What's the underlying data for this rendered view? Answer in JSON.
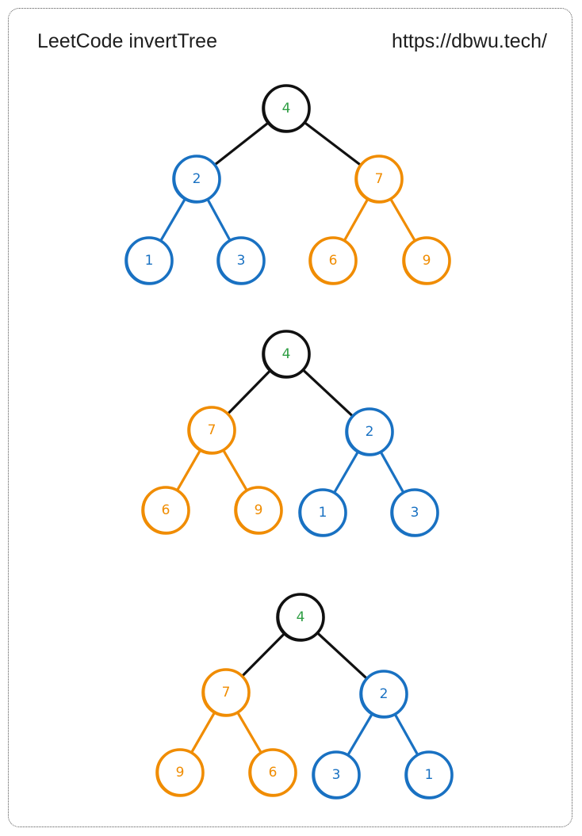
{
  "header": {
    "title": "LeetCode invertTree",
    "url": "https://dbwu.tech/"
  },
  "colors": {
    "root_stroke": "#111111",
    "root_text": "#2f9e44",
    "blue": "#1971c2",
    "orange": "#f08c00",
    "edge_black": "#111111"
  },
  "trees": [
    {
      "nodes": [
        {
          "id": "a4",
          "label": "4",
          "color": "root"
        },
        {
          "id": "a2",
          "label": "2",
          "color": "blue"
        },
        {
          "id": "a7",
          "label": "7",
          "color": "orange"
        },
        {
          "id": "a1",
          "label": "1",
          "color": "blue"
        },
        {
          "id": "a3",
          "label": "3",
          "color": "blue"
        },
        {
          "id": "a6",
          "label": "6",
          "color": "orange"
        },
        {
          "id": "a9",
          "label": "9",
          "color": "orange"
        }
      ],
      "edges": [
        {
          "from": "a4",
          "to": "a2",
          "color": "edge_black"
        },
        {
          "from": "a4",
          "to": "a7",
          "color": "edge_black"
        },
        {
          "from": "a2",
          "to": "a1",
          "color": "blue"
        },
        {
          "from": "a2",
          "to": "a3",
          "color": "blue"
        },
        {
          "from": "a7",
          "to": "a6",
          "color": "orange"
        },
        {
          "from": "a7",
          "to": "a9",
          "color": "orange"
        }
      ]
    },
    {
      "nodes": [
        {
          "id": "b4",
          "label": "4",
          "color": "root"
        },
        {
          "id": "b7",
          "label": "7",
          "color": "orange"
        },
        {
          "id": "b2",
          "label": "2",
          "color": "blue"
        },
        {
          "id": "b6",
          "label": "6",
          "color": "orange"
        },
        {
          "id": "b9",
          "label": "9",
          "color": "orange"
        },
        {
          "id": "b1",
          "label": "1",
          "color": "blue"
        },
        {
          "id": "b3",
          "label": "3",
          "color": "blue"
        }
      ],
      "edges": [
        {
          "from": "b4",
          "to": "b7",
          "color": "edge_black"
        },
        {
          "from": "b4",
          "to": "b2",
          "color": "edge_black"
        },
        {
          "from": "b7",
          "to": "b6",
          "color": "orange"
        },
        {
          "from": "b7",
          "to": "b9",
          "color": "orange"
        },
        {
          "from": "b2",
          "to": "b1",
          "color": "blue"
        },
        {
          "from": "b2",
          "to": "b3",
          "color": "blue"
        }
      ]
    },
    {
      "nodes": [
        {
          "id": "c4",
          "label": "4",
          "color": "root"
        },
        {
          "id": "c7",
          "label": "7",
          "color": "orange"
        },
        {
          "id": "c2",
          "label": "2",
          "color": "blue"
        },
        {
          "id": "c9",
          "label": "9",
          "color": "orange"
        },
        {
          "id": "c6",
          "label": "6",
          "color": "orange"
        },
        {
          "id": "c3",
          "label": "3",
          "color": "blue"
        },
        {
          "id": "c1",
          "label": "1",
          "color": "blue"
        }
      ],
      "edges": [
        {
          "from": "c4",
          "to": "c7",
          "color": "edge_black"
        },
        {
          "from": "c4",
          "to": "c2",
          "color": "edge_black"
        },
        {
          "from": "c7",
          "to": "c9",
          "color": "orange"
        },
        {
          "from": "c7",
          "to": "c6",
          "color": "orange"
        },
        {
          "from": "c2",
          "to": "c3",
          "color": "blue"
        },
        {
          "from": "c2",
          "to": "c1",
          "color": "blue"
        }
      ]
    }
  ]
}
